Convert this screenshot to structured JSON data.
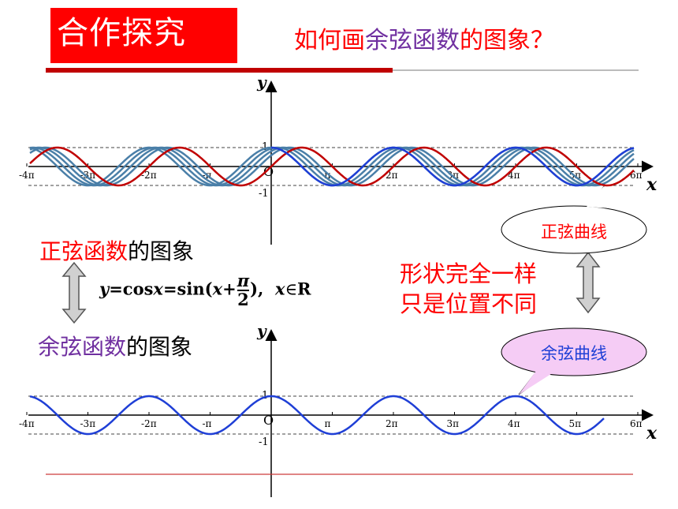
{
  "title": "合作探究",
  "subtitle": {
    "prefix": "如何画",
    "highlight": "余弦函数",
    "suffix": "的图象？"
  },
  "sine_label": {
    "colored": "正弦函数",
    "plain": "的图象"
  },
  "cosine_label": {
    "colored": "余弦函数",
    "plain": "的图象"
  },
  "formula": {
    "lhs_y": "y",
    "eq1": "=cos",
    "x1": "x",
    "eq2": "=sin(",
    "x2": "x",
    "plus": "+",
    "frac_num": "π",
    "frac_den": "2",
    "close": "),",
    "x3": "x",
    "in": "∈",
    "R": "R"
  },
  "same_shape": {
    "line1": "形状完全一样",
    "line2": "只是位置不同"
  },
  "callout_sine": "正弦曲线",
  "callout_cosine": "余弦曲线",
  "graph": {
    "y_label": "y",
    "x_label": "x",
    "origin": "O",
    "one": "1",
    "neg_one": "-1",
    "ticks": [
      "-4π",
      "-3π",
      "-2π",
      "-π",
      "π",
      "2π",
      "3π",
      "4π",
      "5π",
      "6π"
    ]
  },
  "colors": {
    "red": "#ff0000",
    "purple": "#7030a0",
    "sine_curve": "#c00000",
    "shift_curves": "#4a7fa8",
    "cosine_curve": "#1f3fd6"
  }
}
